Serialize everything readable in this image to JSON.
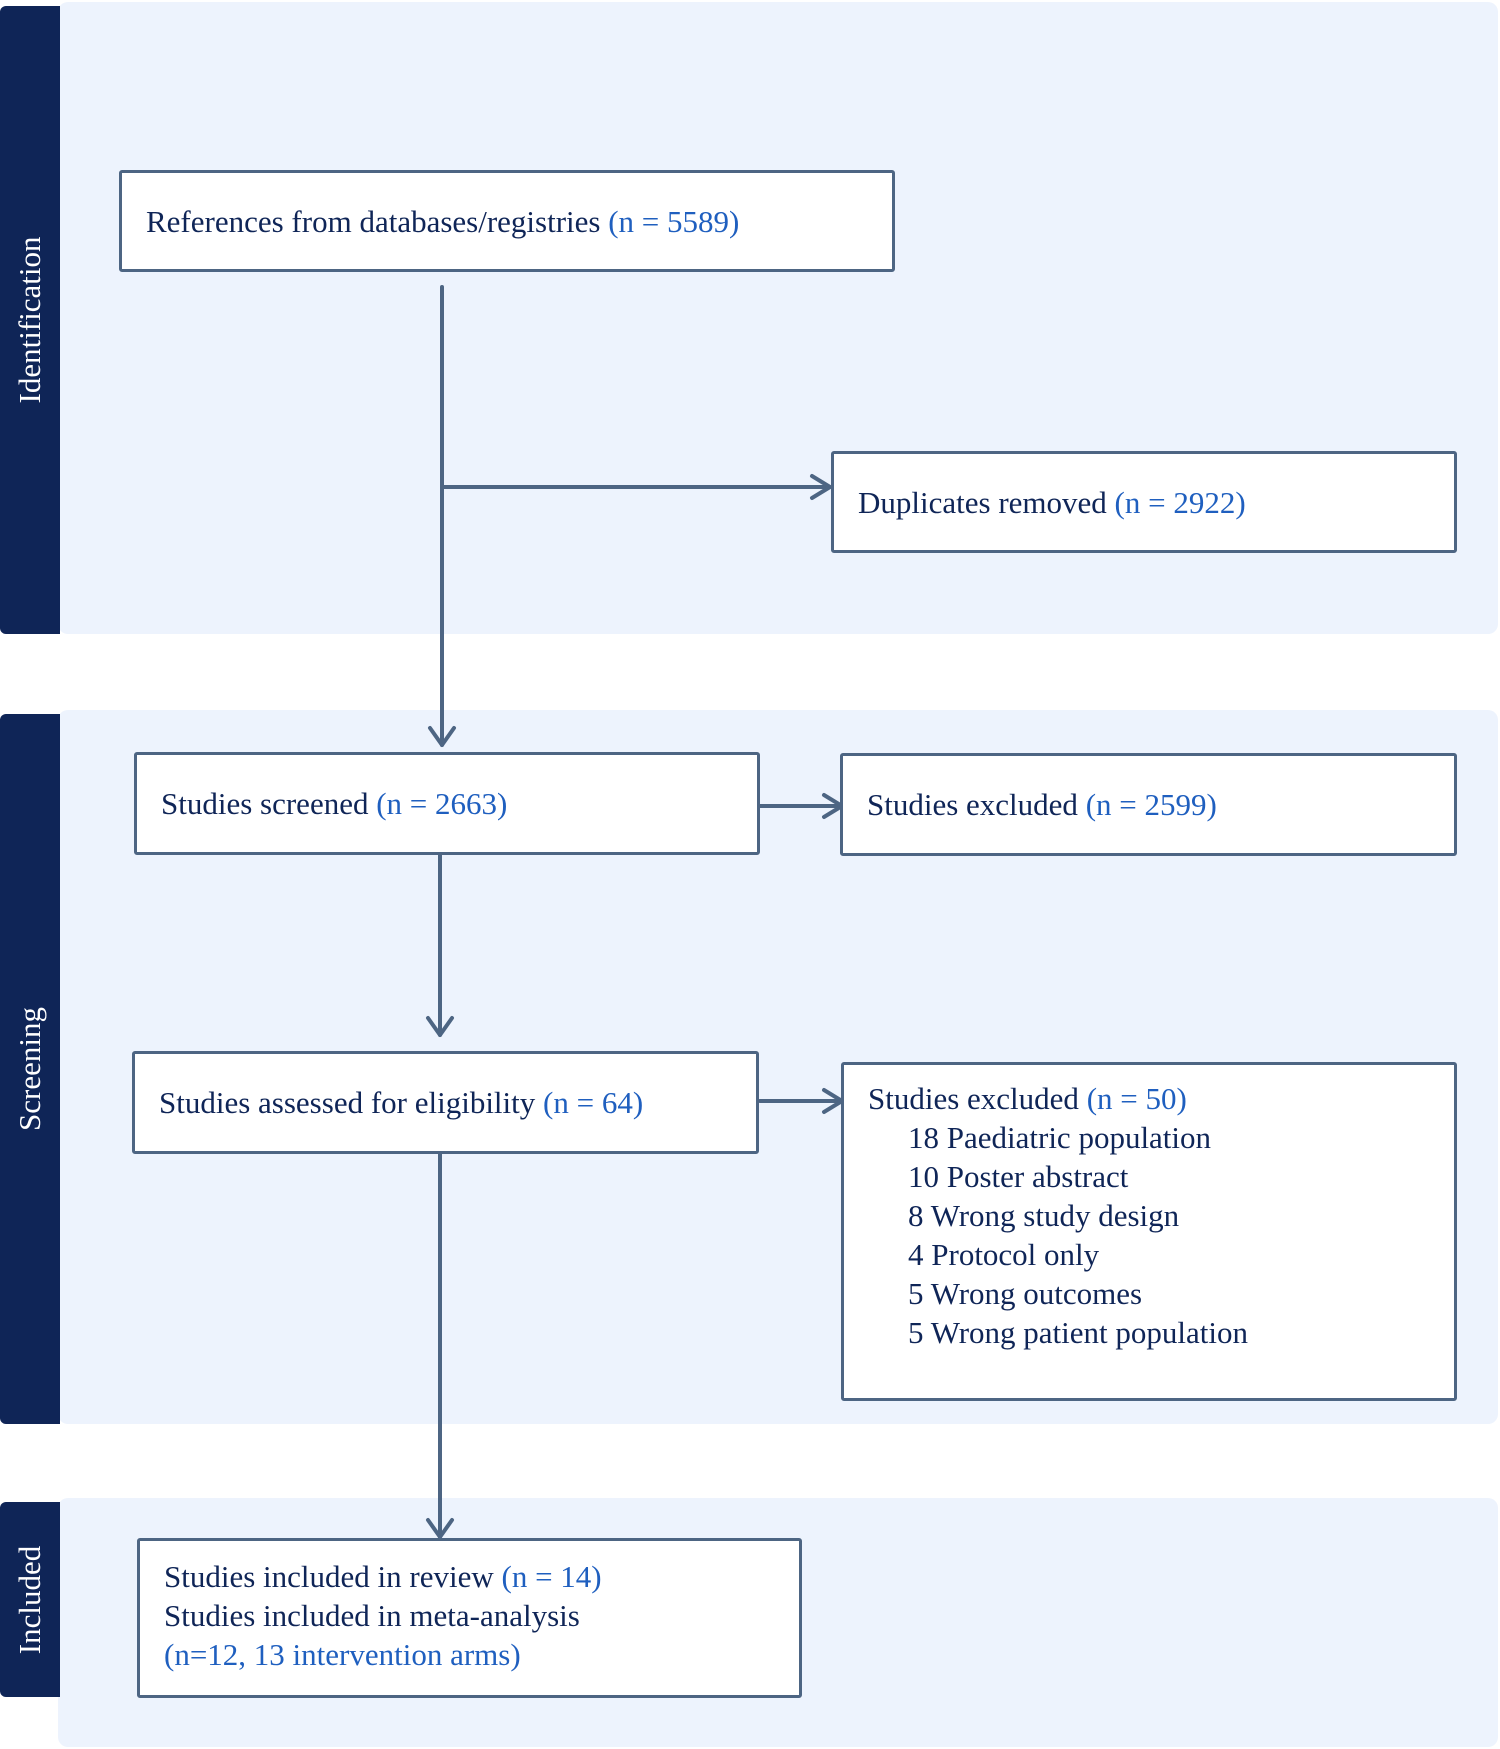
{
  "colors": {
    "phase_label_bg": "#0f2557",
    "band_bg": "#edf3fd",
    "box_border": "#4d6583",
    "text": "#0f2557",
    "count_text": "#1f5fbf",
    "arrow": "#4d6583"
  },
  "phases": {
    "identification": "Identification",
    "screening": "Screening",
    "included": "Included"
  },
  "boxes": {
    "references": {
      "label": "References from databases/registries",
      "count": "(n = 5589)"
    },
    "duplicates": {
      "label": "Duplicates removed",
      "count": "(n = 2922)"
    },
    "screened": {
      "label": "Studies screened",
      "count": "(n = 2663)"
    },
    "excluded_screening": {
      "label": "Studies excluded",
      "count": "(n = 2599)"
    },
    "eligibility": {
      "label": "Studies assessed for eligibility",
      "count": "(n = 64)"
    },
    "excluded_eligibility": {
      "label": "Studies excluded",
      "count": "(n = 50)",
      "reasons": [
        "18 Paediatric population",
        "10 Poster abstract",
        "8 Wrong study design",
        "4 Protocol only",
        "5 Wrong outcomes",
        "5 Wrong patient population"
      ]
    },
    "included": {
      "review_label": "Studies included in review",
      "review_count": "(n = 14)",
      "meta_label": "Studies included in meta-analysis",
      "meta_count": "(n=12, 13 intervention arms)"
    }
  }
}
